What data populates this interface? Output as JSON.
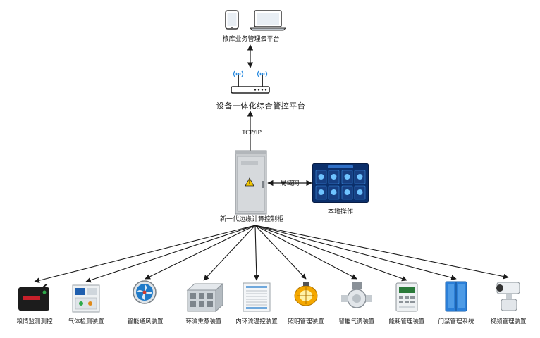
{
  "cloud_platform": {
    "label": "粮库业务管理云平台",
    "icons": [
      "tablet-icon",
      "laptop-icon"
    ]
  },
  "integrated_platform": {
    "label": "设备一体化综合管控平台",
    "icon": "router-icon"
  },
  "link_top": {
    "label": "TCP/IP"
  },
  "edge_cabinet": {
    "label": "新一代边缘计算控制柜",
    "icon": "control-cabinet-icon"
  },
  "link_local": {
    "label": "局域网"
  },
  "local_panel": {
    "label": "本地操作",
    "icon": "touch-panel-icon"
  },
  "devices": [
    {
      "label": "粮情监测测控",
      "icon": "sensor-box-icon"
    },
    {
      "label": "气体检测装置",
      "icon": "gas-detector-icon"
    },
    {
      "label": "智能通风装置",
      "icon": "fan-icon"
    },
    {
      "label": "环流熏蒸装置",
      "icon": "fumigation-unit-icon"
    },
    {
      "label": "内环流温控装置",
      "icon": "air-conditioner-icon"
    },
    {
      "label": "照明管理装置",
      "icon": "lamp-icon"
    },
    {
      "label": "智能气调装置",
      "icon": "valve-icon"
    },
    {
      "label": "能耗管理装置",
      "icon": "meter-icon"
    },
    {
      "label": "门禁管理系统",
      "icon": "access-door-icon"
    },
    {
      "label": "视频管理装置",
      "icon": "camera-icon"
    }
  ],
  "colors": {
    "line": "#1a1a1a",
    "frame": "#d6d6d6",
    "panel": "#0b2f6b",
    "accent": "#2a8be0"
  }
}
